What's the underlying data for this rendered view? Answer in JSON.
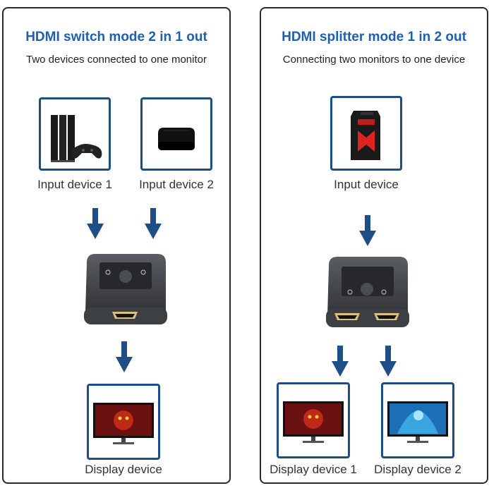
{
  "left_panel": {
    "title": "HDMI switch mode 2 in 1 out",
    "subtitle": "Two devices connected to one monitor",
    "input_1_label": "Input device 1",
    "input_2_label": "Input device 2",
    "output_label": "Display device"
  },
  "right_panel": {
    "title": "HDMI splitter mode 1 in 2 out",
    "subtitle": "Connecting two monitors to one device",
    "input_label": "Input device",
    "output_1_label": "Display device 1",
    "output_2_label": "Display device 2"
  },
  "colors": {
    "accent": "#1f5fad",
    "frame": "#1f4d86",
    "arrow": "#1f4d86"
  },
  "icons": [
    "game-console-icon",
    "streaming-box-icon",
    "pc-tower-icon",
    "hdmi-switch-icon",
    "hdmi-splitter-icon",
    "monitor-icon",
    "arrow-down-icon"
  ]
}
